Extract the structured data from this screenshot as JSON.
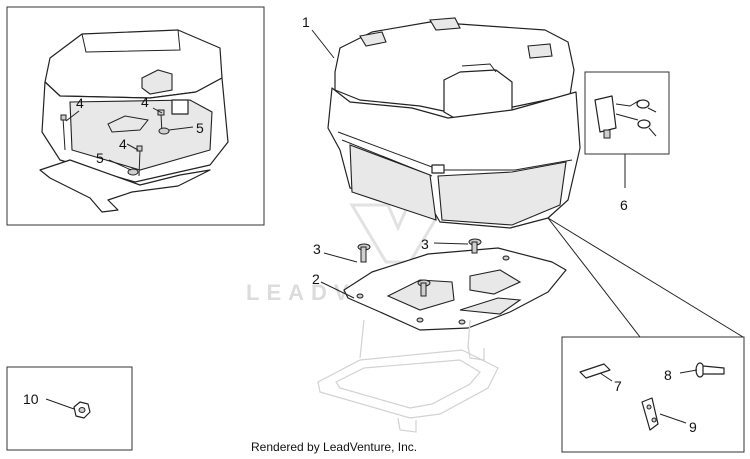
{
  "watermark": {
    "text": "LEADVENTURE"
  },
  "credit": {
    "text": "Rendered by LeadVenture, Inc."
  },
  "callouts": {
    "c1": "1",
    "c2": "2",
    "c3a": "3",
    "c3b": "3",
    "c4a": "4",
    "c4b": "4",
    "c4c": "4",
    "c5a": "5",
    "c5b": "5",
    "c6": "6",
    "c7": "7",
    "c8": "8",
    "c9": "9",
    "c10": "10"
  }
}
